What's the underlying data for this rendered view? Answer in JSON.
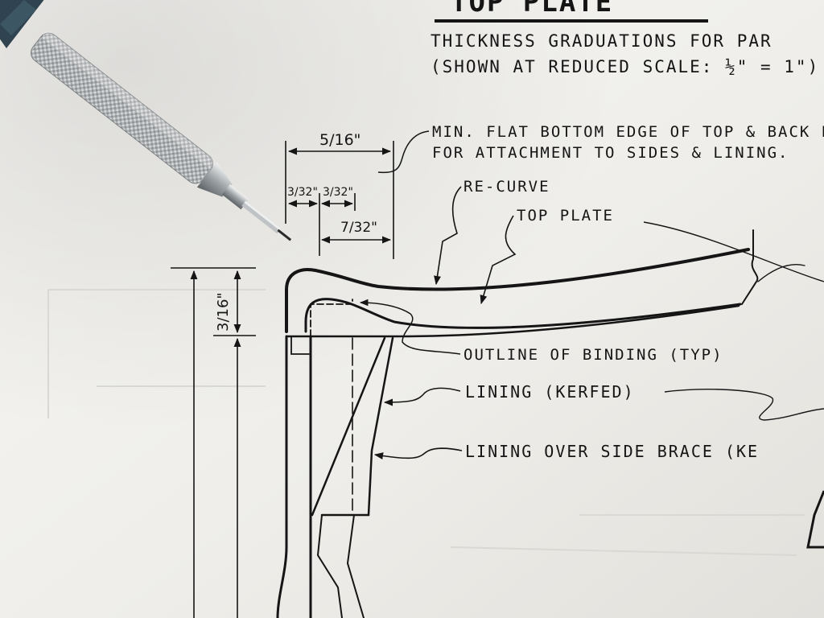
{
  "sheet": {
    "title": "TOP PLATE",
    "subtitle_line1": "THICKNESS GRADUATIONS FOR PAR",
    "subtitle_line2": "(SHOWN AT REDUCED SCALE: ½\" = 1\")"
  },
  "callouts": {
    "min_flat_line1": "MIN. FLAT BOTTOM EDGE OF TOP & BACK P",
    "min_flat_line2": "FOR ATTACHMENT TO SIDES & LINING.",
    "recurve": "RE-CURVE",
    "top_plate": "TOP PLATE",
    "binding": "OUTLINE OF BINDING (TYP)",
    "lining_kerfed": "LINING (KERFED)",
    "lining_over_brace": "LINING OVER SIDE BRACE (KE"
  },
  "dimensions": {
    "width_total": "5/16\"",
    "width_a": "3/32\"",
    "width_b": "3/32\"",
    "width_c": "7/32\"",
    "height": "3/16\""
  },
  "tool": {
    "icon": "mechanical-pencil-icon"
  },
  "colors": {
    "paper": "#f4f3f0",
    "ink": "#151515",
    "pencil_barrel": "#2f4450",
    "pencil_grip": "#b9bcbe"
  }
}
